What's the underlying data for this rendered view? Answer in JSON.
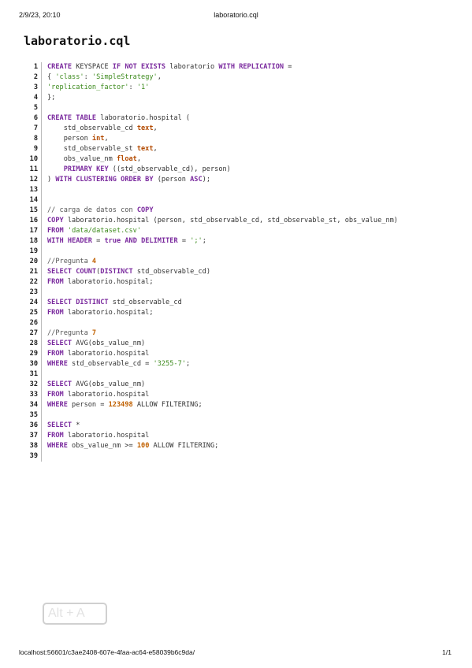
{
  "print_header": {
    "datetime": "2/9/23, 20:10",
    "doc_name": "laboratorio.cql"
  },
  "title": "laboratorio.cql",
  "code_lines": [
    {
      "n": "1",
      "parts": [
        [
          "k",
          "CREATE"
        ],
        [
          "p",
          " KEYSPACE "
        ],
        [
          "k",
          "IF NOT EXISTS"
        ],
        [
          "p",
          " laboratorio "
        ],
        [
          "k",
          "WITH REPLICATION"
        ],
        [
          "p",
          " ="
        ]
      ]
    },
    {
      "n": "2",
      "parts": [
        [
          "p",
          "{ "
        ],
        [
          "s",
          "'class'"
        ],
        [
          "p",
          ": "
        ],
        [
          "s",
          "'SimpleStrategy'"
        ],
        [
          "p",
          ","
        ]
      ]
    },
    {
      "n": "3",
      "parts": [
        [
          "s",
          "'replication_factor'"
        ],
        [
          "p",
          ": "
        ],
        [
          "s",
          "'1'"
        ]
      ]
    },
    {
      "n": "4",
      "parts": [
        [
          "p",
          "};"
        ]
      ]
    },
    {
      "n": "5",
      "parts": []
    },
    {
      "n": "6",
      "parts": [
        [
          "k",
          "CREATE TABLE"
        ],
        [
          "p",
          " laboratorio.hospital ("
        ]
      ]
    },
    {
      "n": "7",
      "parts": [
        [
          "p",
          "    std_observable_cd "
        ],
        [
          "t",
          "text"
        ],
        [
          "p",
          ","
        ]
      ]
    },
    {
      "n": "8",
      "parts": [
        [
          "p",
          "    person "
        ],
        [
          "t",
          "int"
        ],
        [
          "p",
          ","
        ]
      ]
    },
    {
      "n": "9",
      "parts": [
        [
          "p",
          "    std_observable_st "
        ],
        [
          "t",
          "text"
        ],
        [
          "p",
          ","
        ]
      ]
    },
    {
      "n": "10",
      "parts": [
        [
          "p",
          "    obs_value_nm "
        ],
        [
          "t",
          "float"
        ],
        [
          "p",
          ","
        ]
      ]
    },
    {
      "n": "11",
      "parts": [
        [
          "p",
          "    "
        ],
        [
          "k",
          "PRIMARY KEY"
        ],
        [
          "p",
          " ((std_observable_cd), person)"
        ]
      ]
    },
    {
      "n": "12",
      "parts": [
        [
          "p",
          ") "
        ],
        [
          "k",
          "WITH CLUSTERING ORDER BY"
        ],
        [
          "p",
          " (person "
        ],
        [
          "k",
          "ASC"
        ],
        [
          "p",
          ");"
        ]
      ]
    },
    {
      "n": "13",
      "parts": []
    },
    {
      "n": "14",
      "parts": []
    },
    {
      "n": "15",
      "parts": [
        [
          "c",
          "// carga de datos con "
        ],
        [
          "k",
          "COPY"
        ]
      ]
    },
    {
      "n": "16",
      "parts": [
        [
          "k",
          "COPY"
        ],
        [
          "p",
          " laboratorio.hospital (person, std_observable_cd, std_observable_st, obs_value_nm)"
        ]
      ]
    },
    {
      "n": "17",
      "parts": [
        [
          "k",
          "FROM"
        ],
        [
          "p",
          " "
        ],
        [
          "s",
          "'data/dataset.csv'"
        ]
      ]
    },
    {
      "n": "18",
      "parts": [
        [
          "k",
          "WITH"
        ],
        [
          "p",
          " "
        ],
        [
          "k",
          "HEADER"
        ],
        [
          "p",
          " = "
        ],
        [
          "k",
          "true"
        ],
        [
          "p",
          " "
        ],
        [
          "k",
          "AND"
        ],
        [
          "p",
          " "
        ],
        [
          "k",
          "DELIMITER"
        ],
        [
          "p",
          " = "
        ],
        [
          "s",
          "';'"
        ],
        [
          "p",
          ";"
        ]
      ]
    },
    {
      "n": "19",
      "parts": []
    },
    {
      "n": "20",
      "parts": [
        [
          "c",
          "//Pregunta "
        ],
        [
          "n",
          "4"
        ]
      ]
    },
    {
      "n": "21",
      "parts": [
        [
          "k",
          "SELECT"
        ],
        [
          "p",
          " "
        ],
        [
          "k",
          "COUNT"
        ],
        [
          "p",
          "("
        ],
        [
          "k",
          "DISTINCT"
        ],
        [
          "p",
          " std_observable_cd)"
        ]
      ]
    },
    {
      "n": "22",
      "parts": [
        [
          "k",
          "FROM"
        ],
        [
          "p",
          " laboratorio.hospital;"
        ]
      ]
    },
    {
      "n": "23",
      "parts": []
    },
    {
      "n": "24",
      "parts": [
        [
          "k",
          "SELECT DISTINCT"
        ],
        [
          "p",
          " std_observable_cd"
        ]
      ]
    },
    {
      "n": "25",
      "parts": [
        [
          "k",
          "FROM"
        ],
        [
          "p",
          " laboratorio.hospital;"
        ]
      ]
    },
    {
      "n": "26",
      "parts": []
    },
    {
      "n": "27",
      "parts": [
        [
          "c",
          "//Pregunta "
        ],
        [
          "n",
          "7"
        ]
      ]
    },
    {
      "n": "28",
      "parts": [
        [
          "k",
          "SELECT"
        ],
        [
          "p",
          " AVG(obs_value_nm)"
        ]
      ]
    },
    {
      "n": "29",
      "parts": [
        [
          "k",
          "FROM"
        ],
        [
          "p",
          " laboratorio.hospital"
        ]
      ]
    },
    {
      "n": "30",
      "parts": [
        [
          "k",
          "WHERE"
        ],
        [
          "p",
          " std_observable_cd = "
        ],
        [
          "s",
          "'3255-7'"
        ],
        [
          "p",
          ";"
        ]
      ]
    },
    {
      "n": "31",
      "parts": []
    },
    {
      "n": "32",
      "parts": [
        [
          "k",
          "SELECT"
        ],
        [
          "p",
          " AVG(obs_value_nm)"
        ]
      ]
    },
    {
      "n": "33",
      "parts": [
        [
          "k",
          "FROM"
        ],
        [
          "p",
          " laboratorio.hospital"
        ]
      ]
    },
    {
      "n": "34",
      "parts": [
        [
          "k",
          "WHERE"
        ],
        [
          "p",
          " person = "
        ],
        [
          "n",
          "123498"
        ],
        [
          "p",
          " ALLOW FILTERING;"
        ]
      ]
    },
    {
      "n": "35",
      "parts": []
    },
    {
      "n": "36",
      "parts": [
        [
          "k",
          "SELECT"
        ],
        [
          "p",
          " *"
        ]
      ]
    },
    {
      "n": "37",
      "parts": [
        [
          "k",
          "FROM"
        ],
        [
          "p",
          " laboratorio.hospital"
        ]
      ]
    },
    {
      "n": "38",
      "parts": [
        [
          "k",
          "WHERE"
        ],
        [
          "p",
          " obs_value_nm >= "
        ],
        [
          "n",
          "100"
        ],
        [
          "p",
          " ALLOW FILTERING;"
        ]
      ]
    },
    {
      "n": "39",
      "parts": []
    }
  ],
  "overlay_hint": "Alt + A",
  "print_footer": {
    "url": "localhost:56601/c3ae2408-607e-4faa-ac64-e58039b6c9da/",
    "page": "1/1"
  }
}
